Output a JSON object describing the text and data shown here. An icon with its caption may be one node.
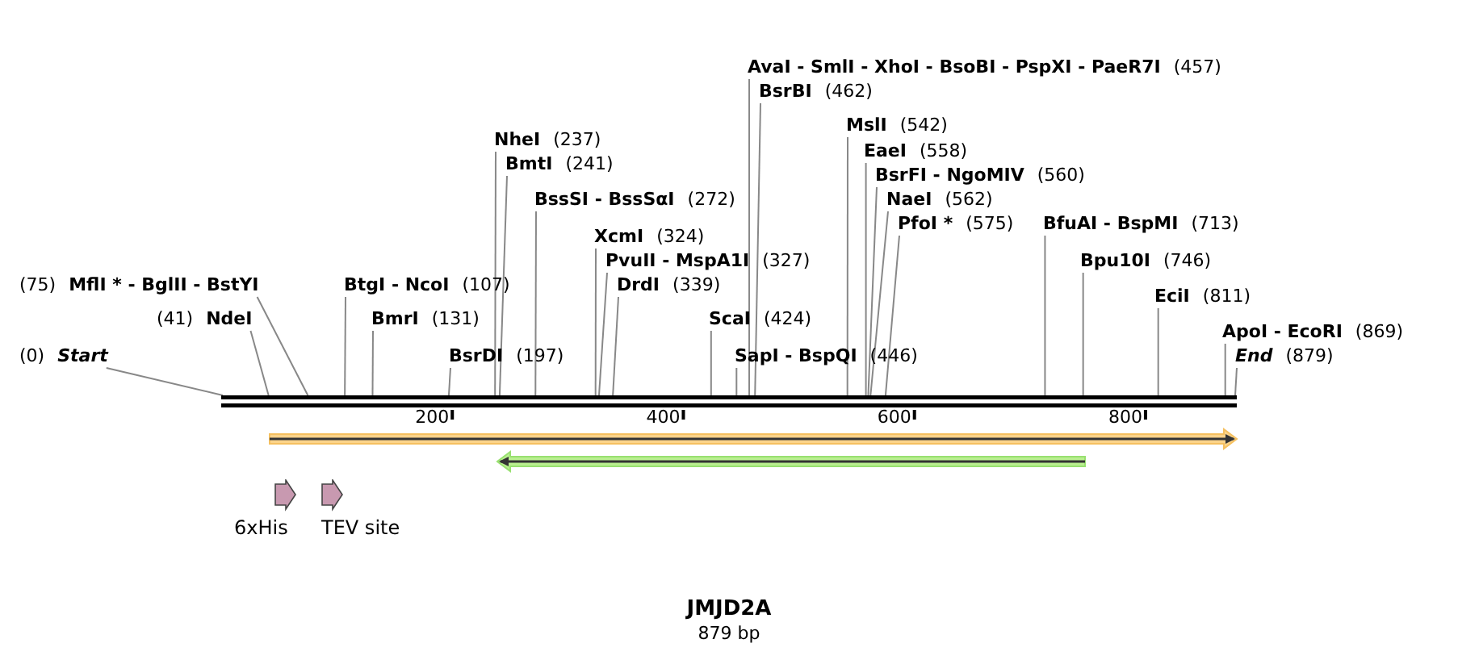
{
  "diagram": {
    "title": "JMJD2A",
    "caption": "879 bp",
    "nodes": [
      {
        "text": [
          "(0)",
          "Start"
        ]
      },
      {
        "text": [
          "(41)",
          "NdeI"
        ]
      },
      {
        "text": [
          "(75)",
          "MflI * - BglII - BstYI"
        ]
      },
      {
        "text": [
          "BtgI - NcoI",
          "(107)"
        ]
      },
      {
        "text": [
          "BmrI",
          "(131)"
        ]
      },
      {
        "text": [
          "BsrDI",
          "(197)"
        ]
      },
      {
        "text": [
          "NheI",
          "(237)"
        ]
      },
      {
        "text": [
          "BmtI",
          "(241)"
        ]
      },
      {
        "text": [
          "BssSI - BssSαI",
          "(272)"
        ]
      },
      {
        "text": [
          "XcmI",
          "(324)"
        ]
      },
      {
        "text": [
          "PvuII - MspA1I",
          "(327)"
        ]
      },
      {
        "text": [
          "DrdI",
          "(339)"
        ]
      },
      {
        "text": [
          "ScaI",
          "(424)"
        ]
      },
      {
        "text": [
          "SapI - BspQI",
          "(446)"
        ]
      },
      {
        "text": [
          "AvaI - SmlI - XhoI - BsoBI - PspXI - PaeR7I",
          "(457)"
        ]
      },
      {
        "text": [
          "BsrBI",
          "(462)"
        ]
      },
      {
        "text": [
          "MslI",
          "(542)"
        ]
      },
      {
        "text": [
          "EaeI",
          "(558)"
        ]
      },
      {
        "text": [
          "BsrFI - NgoMIV",
          "(560)"
        ]
      },
      {
        "text": [
          "NaeI",
          "(562)"
        ]
      },
      {
        "text": [
          "PfoI *",
          "(575)"
        ]
      },
      {
        "text": [
          "BfuAI - BspMI",
          "(713)"
        ]
      },
      {
        "text": [
          "Bpu10I",
          "(746)"
        ]
      },
      {
        "text": [
          "EciI",
          "(811)"
        ]
      },
      {
        "text": [
          "ApoI - EcoRI",
          "(869)"
        ]
      },
      {
        "text": [
          "End",
          "(879)"
        ]
      },
      {
        "text": [],
        "shape": "bar"
      },
      {
        "text": [],
        "shape": "arrow"
      },
      {
        "text": [],
        "shape": "arrow"
      },
      {
        "text": [
          "6xHis"
        ]
      },
      {
        "text": [
          "TEV site"
        ]
      }
    ],
    "edges": [
      {
        "from": 0,
        "to": 26,
        "arrow": "none"
      },
      {
        "from": 1,
        "to": 26,
        "arrow": "none"
      },
      {
        "from": 2,
        "to": 26,
        "arrow": "none"
      },
      {
        "from": 3,
        "to": 26,
        "arrow": "none"
      },
      {
        "from": 4,
        "to": 26,
        "arrow": "none"
      },
      {
        "from": 5,
        "to": 26,
        "arrow": "none"
      },
      {
        "from": 6,
        "to": 26,
        "arrow": "none"
      },
      {
        "from": 7,
        "to": 26,
        "arrow": "none"
      },
      {
        "from": 8,
        "to": 26,
        "arrow": "none"
      },
      {
        "from": 9,
        "to": 26,
        "arrow": "none"
      },
      {
        "from": 10,
        "to": 26,
        "arrow": "none"
      },
      {
        "from": 11,
        "to": 26,
        "arrow": "none"
      },
      {
        "from": 12,
        "to": 26,
        "arrow": "none"
      },
      {
        "from": 13,
        "to": 26,
        "arrow": "none"
      },
      {
        "from": 14,
        "to": 26,
        "arrow": "none"
      },
      {
        "from": 15,
        "to": 26,
        "arrow": "none"
      },
      {
        "from": 16,
        "to": 26,
        "arrow": "none"
      },
      {
        "from": 17,
        "to": 26,
        "arrow": "none"
      },
      {
        "from": 18,
        "to": 26,
        "arrow": "none"
      },
      {
        "from": 19,
        "to": 26,
        "arrow": "none"
      },
      {
        "from": 20,
        "to": 26,
        "arrow": "none"
      },
      {
        "from": 21,
        "to": 26,
        "arrow": "none"
      },
      {
        "from": 22,
        "to": 26,
        "arrow": "none"
      },
      {
        "from": 23,
        "to": 26,
        "arrow": "none"
      },
      {
        "from": 24,
        "to": 26,
        "arrow": "none"
      },
      {
        "from": 25,
        "to": 26,
        "arrow": "none"
      }
    ],
    "labels": [
      "200",
      "400",
      "600",
      "800"
    ]
  }
}
